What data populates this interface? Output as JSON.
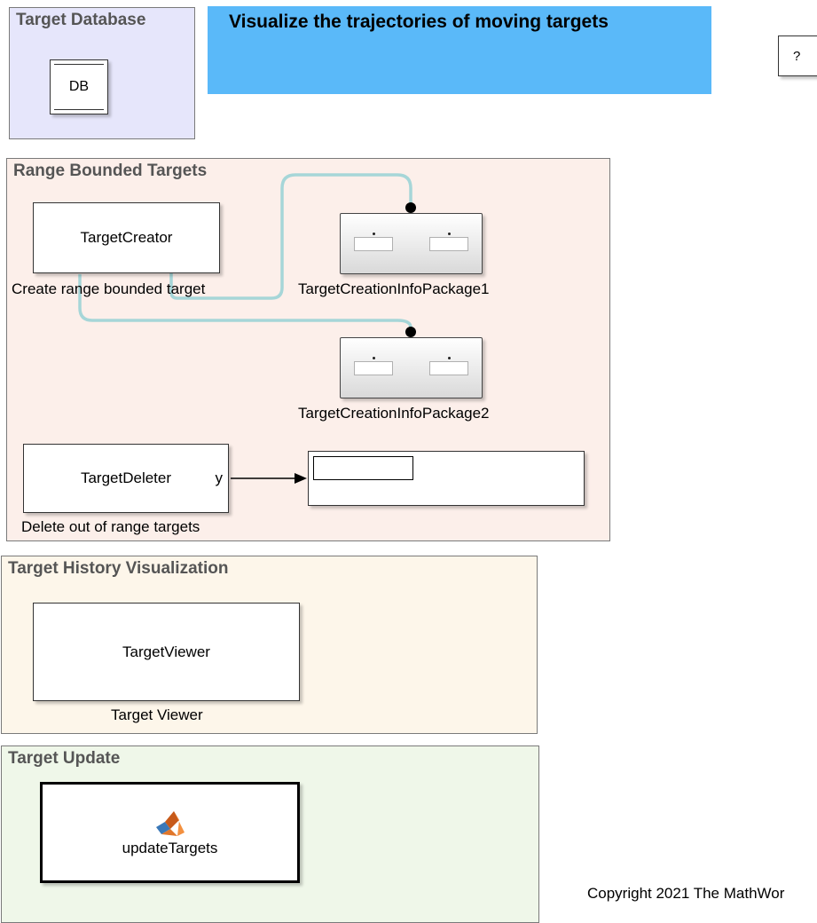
{
  "areas": {
    "target_database": "Target Database",
    "range_bounded": "Range Bounded Targets",
    "history_visualization": "Target History Visualization",
    "target_update": "Target Update"
  },
  "header": {
    "title": "Visualize the trajectories of moving targets"
  },
  "help_button": "?",
  "blocks": {
    "db": "DB",
    "target_creator": "TargetCreator",
    "target_creator_caption": "Create range bounded target",
    "package1_caption": "TargetCreationInfoPackage1",
    "package2_caption": "TargetCreationInfoPackage2",
    "target_deleter": "TargetDeleter",
    "target_deleter_port": "y",
    "target_deleter_caption": "Delete out of range targets",
    "target_viewer": "TargetViewer",
    "target_viewer_caption": "Target Viewer",
    "update_targets": "updateTargets"
  },
  "copyright": "Copyright 2021 The MathWor",
  "colors": {
    "database_area": "#e6e6fb",
    "range_area": "#fcefea",
    "history_area": "#fdf6ea",
    "update_area": "#eff7e9",
    "title_banner": "#5ab9f9",
    "signal_line": "#a6d6d8"
  },
  "icons": [
    "matlab-logo-icon"
  ]
}
